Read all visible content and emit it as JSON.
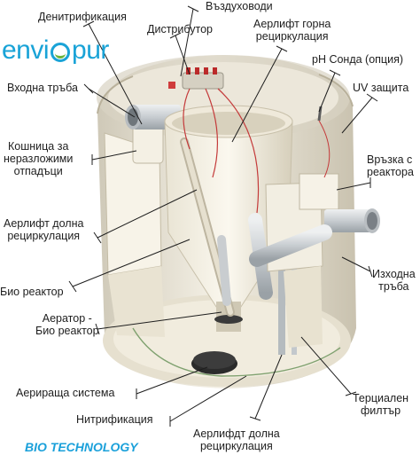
{
  "brand": {
    "logo_left": "envi",
    "logo_right": "pur",
    "tagline": "BIO TECHNOLOGY"
  },
  "labels": {
    "denitrification": "Денитрификация",
    "air_ducts": "Въздуховоди",
    "distributor": "Дистрибутор",
    "airlift_upper": "Аерлифт горна\nрециркулация",
    "ph_probe": "pH Сонда (опция)",
    "inlet_pipe": "Входна тръба",
    "uv_protection": "UV защита",
    "basket": "Кошница за\nнеразложими\nотпадъци",
    "reactor_connection": "Връзка с\nреактора",
    "airlift_lower_left": "Аерлифт долна\nрециркулация",
    "outlet_pipe": "Изходна\nтръба",
    "bio_reactor": "Био реактор",
    "aerator": "Аератор -\nБио реактор",
    "aeration_system": "Аерираща система",
    "tertiary_filter": "Терциален\nфилтър",
    "nitrification": "Нитрификация",
    "airlift_lower_bottom": "Аерлифдт долна\nрециркулация"
  }
}
